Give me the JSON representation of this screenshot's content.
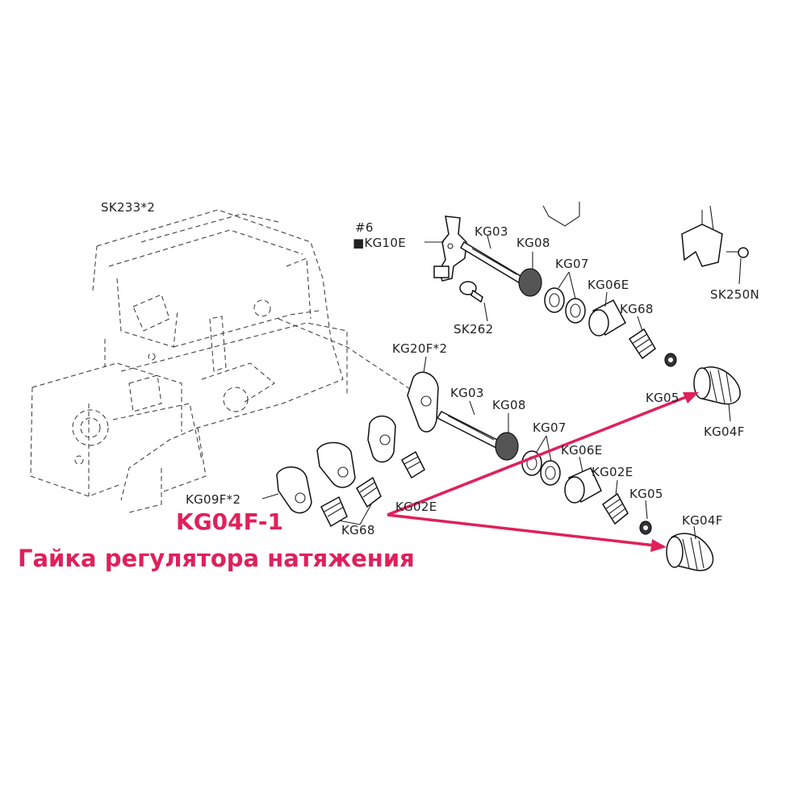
{
  "labels": {
    "sk233": "SK233*2",
    "hash6": "#6",
    "kg10e": "■KG10E",
    "kg03_top": "KG03",
    "kg08_top": "KG08",
    "kg07_top": "KG07",
    "kg06e_top": "KG06E",
    "kg68_top": "KG68",
    "kg05_top": "KG05",
    "kg04f_top": "KG04F",
    "sk262": "SK262",
    "sk250n": "SK250N",
    "kg20f": "KG20F*2",
    "kg03_bot": "KG03",
    "kg08_bot": "KG08",
    "kg07_bot": "KG07",
    "kg06e_bot": "KG06E",
    "kg02e_bot": "KG02E",
    "kg05_bot": "KG05",
    "kg04f_bot": "KG04F",
    "kg09f": "KG09F*2",
    "kg02e_left": "KG02E",
    "kg68_bot": "KG68"
  },
  "callout": {
    "title": "KG04F-1",
    "description": "Гайка регулятора натяжения",
    "color": "#e0205a"
  }
}
